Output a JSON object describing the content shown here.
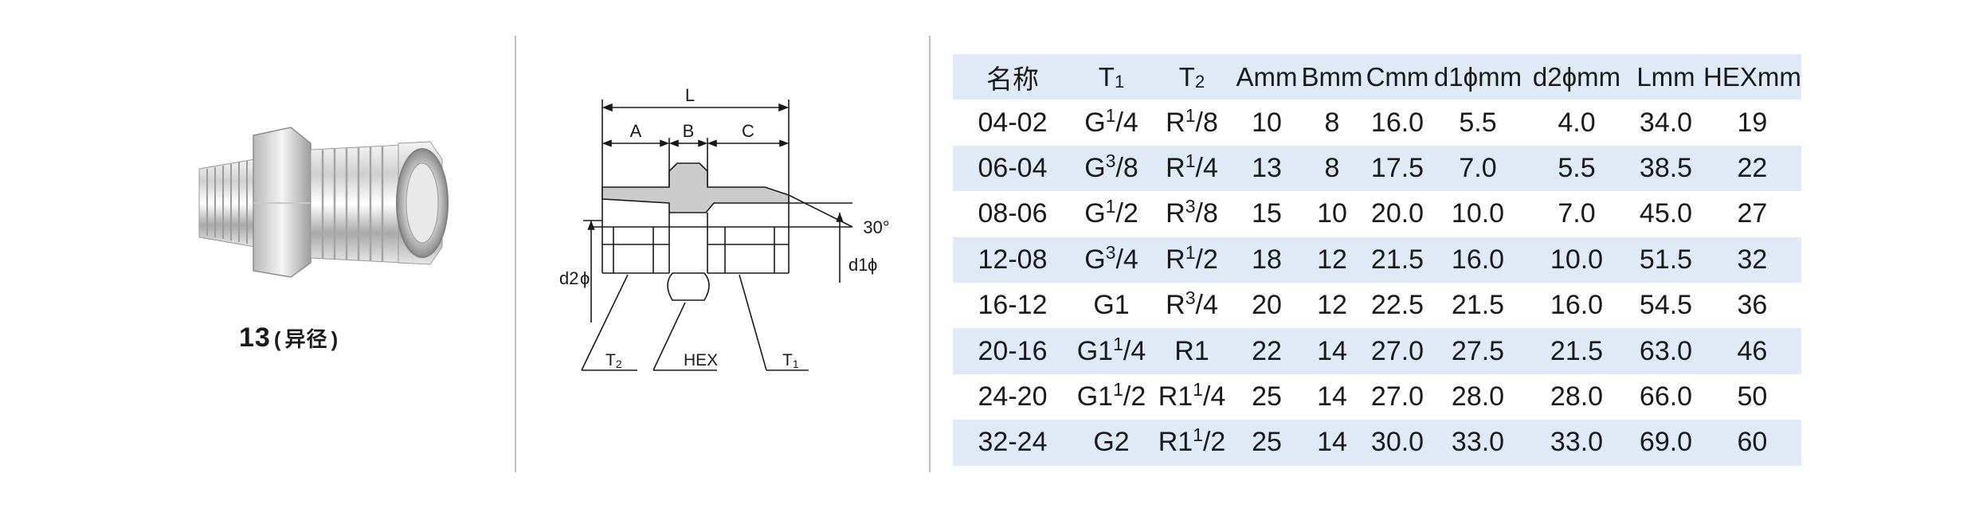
{
  "caption": {
    "number": "13",
    "open_paren": "(",
    "text": "异径",
    "close_paren": ")"
  },
  "drawing": {
    "labels": {
      "L": "L",
      "A": "A",
      "B": "B",
      "C": "C",
      "angle": "30°",
      "d2": "d2",
      "d1": "d1",
      "phi": "ϕ",
      "T2_main": "T",
      "T2_sub": "2",
      "HEX": "HEX",
      "T1_main": "T",
      "T1_sub": "1"
    }
  },
  "table": {
    "headers": [
      {
        "main": "名称",
        "sub": ""
      },
      {
        "main": "T",
        "sub": "1"
      },
      {
        "main": "T",
        "sub": "2"
      },
      {
        "main": "Amm",
        "sub": ""
      },
      {
        "main": "Bmm",
        "sub": ""
      },
      {
        "main": "Cmm",
        "sub": ""
      },
      {
        "main": "d1ϕmm",
        "sub": ""
      },
      {
        "main": "d2ϕmm",
        "sub": ""
      },
      {
        "main": "Lmm",
        "sub": ""
      },
      {
        "main": "HEXmm",
        "sub": ""
      }
    ],
    "rows": [
      {
        "name": "04-02",
        "t1": {
          "p": "G",
          "s": "1",
          "d": "/4"
        },
        "t2": {
          "p": "R",
          "s": "1",
          "d": "/8"
        },
        "a": "10",
        "b": "8",
        "c": "16.0",
        "d1": "5.5",
        "d2": "4.0",
        "l": "34.0",
        "hex": "19"
      },
      {
        "name": "06-04",
        "t1": {
          "p": "G",
          "s": "3",
          "d": "/8"
        },
        "t2": {
          "p": "R",
          "s": "1",
          "d": "/4"
        },
        "a": "13",
        "b": "8",
        "c": "17.5",
        "d1": "7.0",
        "d2": "5.5",
        "l": "38.5",
        "hex": "22"
      },
      {
        "name": "08-06",
        "t1": {
          "p": "G",
          "s": "1",
          "d": "/2"
        },
        "t2": {
          "p": "R",
          "s": "3",
          "d": "/8"
        },
        "a": "15",
        "b": "10",
        "c": "20.0",
        "d1": "10.0",
        "d2": "7.0",
        "l": "45.0",
        "hex": "27"
      },
      {
        "name": "12-08",
        "t1": {
          "p": "G",
          "s": "3",
          "d": "/4"
        },
        "t2": {
          "p": "R",
          "s": "1",
          "d": "/2"
        },
        "a": "18",
        "b": "12",
        "c": "21.5",
        "d1": "16.0",
        "d2": "10.0",
        "l": "51.5",
        "hex": "32"
      },
      {
        "name": "16-12",
        "t1": {
          "p": "G1",
          "s": "",
          "d": ""
        },
        "t2": {
          "p": "R",
          "s": "3",
          "d": "/4"
        },
        "a": "20",
        "b": "12",
        "c": "22.5",
        "d1": "21.5",
        "d2": "16.0",
        "l": "54.5",
        "hex": "36"
      },
      {
        "name": "20-16",
        "t1": {
          "p": "G1",
          "s": "1",
          "d": "/4"
        },
        "t2": {
          "p": "R1",
          "s": "",
          "d": ""
        },
        "a": "22",
        "b": "14",
        "c": "27.0",
        "d1": "27.5",
        "d2": "21.5",
        "l": "63.0",
        "hex": "46"
      },
      {
        "name": "24-20",
        "t1": {
          "p": "G1",
          "s": "1",
          "d": "/2"
        },
        "t2": {
          "p": "R1",
          "s": "1",
          "d": "/4"
        },
        "a": "25",
        "b": "14",
        "c": "27.0",
        "d1": "28.0",
        "d2": "28.0",
        "l": "66.0",
        "hex": "50"
      },
      {
        "name": "32-24",
        "t1": {
          "p": "G2",
          "s": "",
          "d": ""
        },
        "t2": {
          "p": "R1",
          "s": "1",
          "d": "/2"
        },
        "a": "25",
        "b": "14",
        "c": "30.0",
        "d1": "33.0",
        "d2": "33.0",
        "l": "69.0",
        "hex": "60"
      }
    ]
  },
  "colors": {
    "band": "#dfeaf6",
    "section_fill": "#cccccc",
    "divider": "#bfbfbf"
  }
}
